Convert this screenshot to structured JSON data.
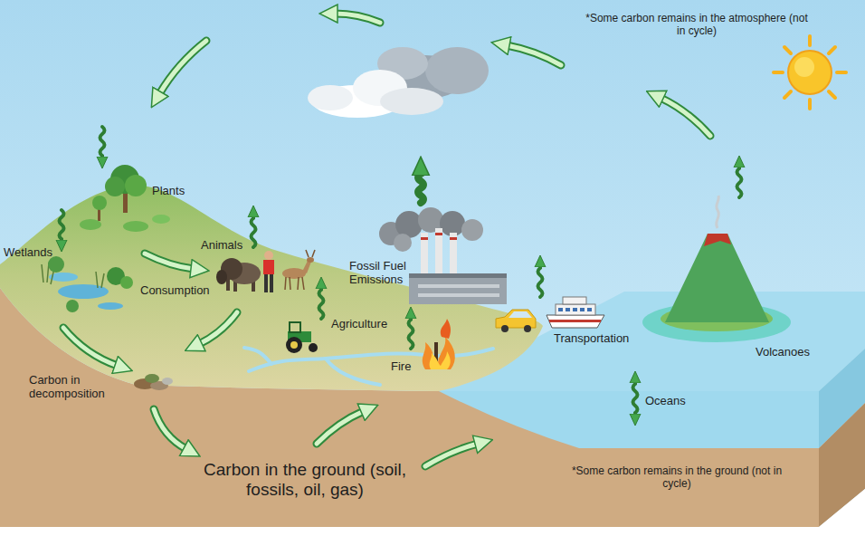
{
  "diagram": {
    "labels": [
      "*Some carbon remains in the atmosphere (not in cycle)",
      "Plants",
      "Wetlands",
      "Animals",
      "Consumption",
      "Fossil Fuel Emissions",
      "Agriculture",
      "Transportation",
      "Carbon in decomposition",
      "Fire",
      "Volcanoes",
      "Oceans",
      "Carbon in the ground (soil, fossils, oil, gas)",
      "*Some carbon remains in the ground (not in cycle)"
    ]
  }
}
